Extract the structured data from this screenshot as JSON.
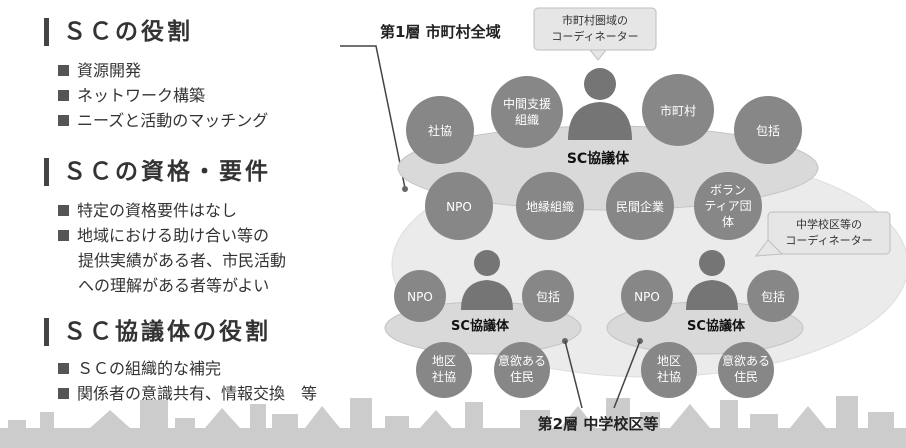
{
  "left": {
    "sections": [
      {
        "title": "ＳＣの役割",
        "items": [
          "資源開発",
          "ネットワーク構築",
          "ニーズと活動のマッチング"
        ]
      },
      {
        "title": "ＳＣの資格・要件",
        "items": [
          "特定の資格要件はなし",
          "地域における助け合い等の"
        ],
        "continuation": [
          "提供実績がある者、市民活動",
          "への理解がある者等がよい"
        ]
      },
      {
        "title": "ＳＣ協議体の役割",
        "items": [
          "ＳＣの組織的な補完",
          "関係者の意識共有、情報交換　等"
        ]
      }
    ]
  },
  "diagram": {
    "layer1_label": "第1層 市町村全域",
    "layer2_label": "第2層 中学校区等",
    "callout_top": {
      "line1": "市町村圏域の",
      "line2": "コーディネーター"
    },
    "callout_mid": {
      "line1": "中学校区等の",
      "line2": "コーディネーター"
    },
    "main_council": "SC協議体",
    "main_circles": {
      "shakyo": "社協",
      "chukan": [
        "中間支援",
        "組織"
      ],
      "shichoson": "市町村",
      "houkatsu": "包括",
      "npo": "NPO",
      "chien": "地縁組織",
      "minkan": "民間企業",
      "volunteer": [
        "ボラン",
        "ティア団",
        "体"
      ]
    },
    "sub_left": {
      "council": "SC協議体",
      "npo": "NPO",
      "houkatsu": "包括",
      "chiku": [
        "地区",
        "社協"
      ],
      "iyoku": [
        "意欲ある",
        "住民"
      ]
    },
    "sub_right": {
      "council": "SC協議体",
      "npo": "NPO",
      "houkatsu": "包括",
      "chiku": [
        "地区",
        "社協"
      ],
      "iyoku": [
        "意欲ある",
        "住民"
      ]
    }
  },
  "colors": {
    "circle": "#878787",
    "table": "#d9d9d9",
    "ellipse": "#ebebeb",
    "person": "#757575",
    "city": "#cccccc"
  }
}
